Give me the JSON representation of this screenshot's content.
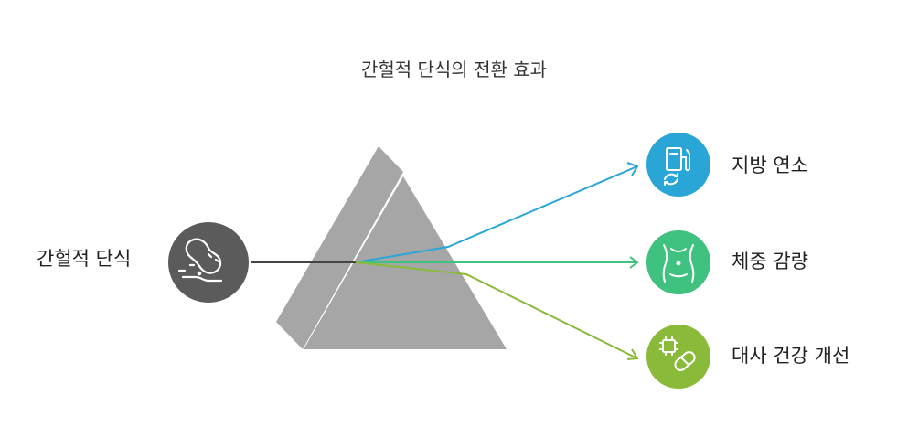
{
  "title": "간헐적 단식의 전환 효과",
  "input": {
    "label": "간헐적 단식",
    "icon": "peanut-icon",
    "color": "#5b5b5b"
  },
  "outputs": [
    {
      "label": "지방 연소",
      "icon": "fuel-pump-icon",
      "color": "#2aa6d6"
    },
    {
      "label": "체중 감량",
      "icon": "waist-icon",
      "color": "#3fc17f"
    },
    {
      "label": "대사 건강 개선",
      "icon": "chip-pill-icon",
      "color": "#8aba3a"
    }
  ],
  "prism": {
    "color": "#a6a6a6"
  }
}
